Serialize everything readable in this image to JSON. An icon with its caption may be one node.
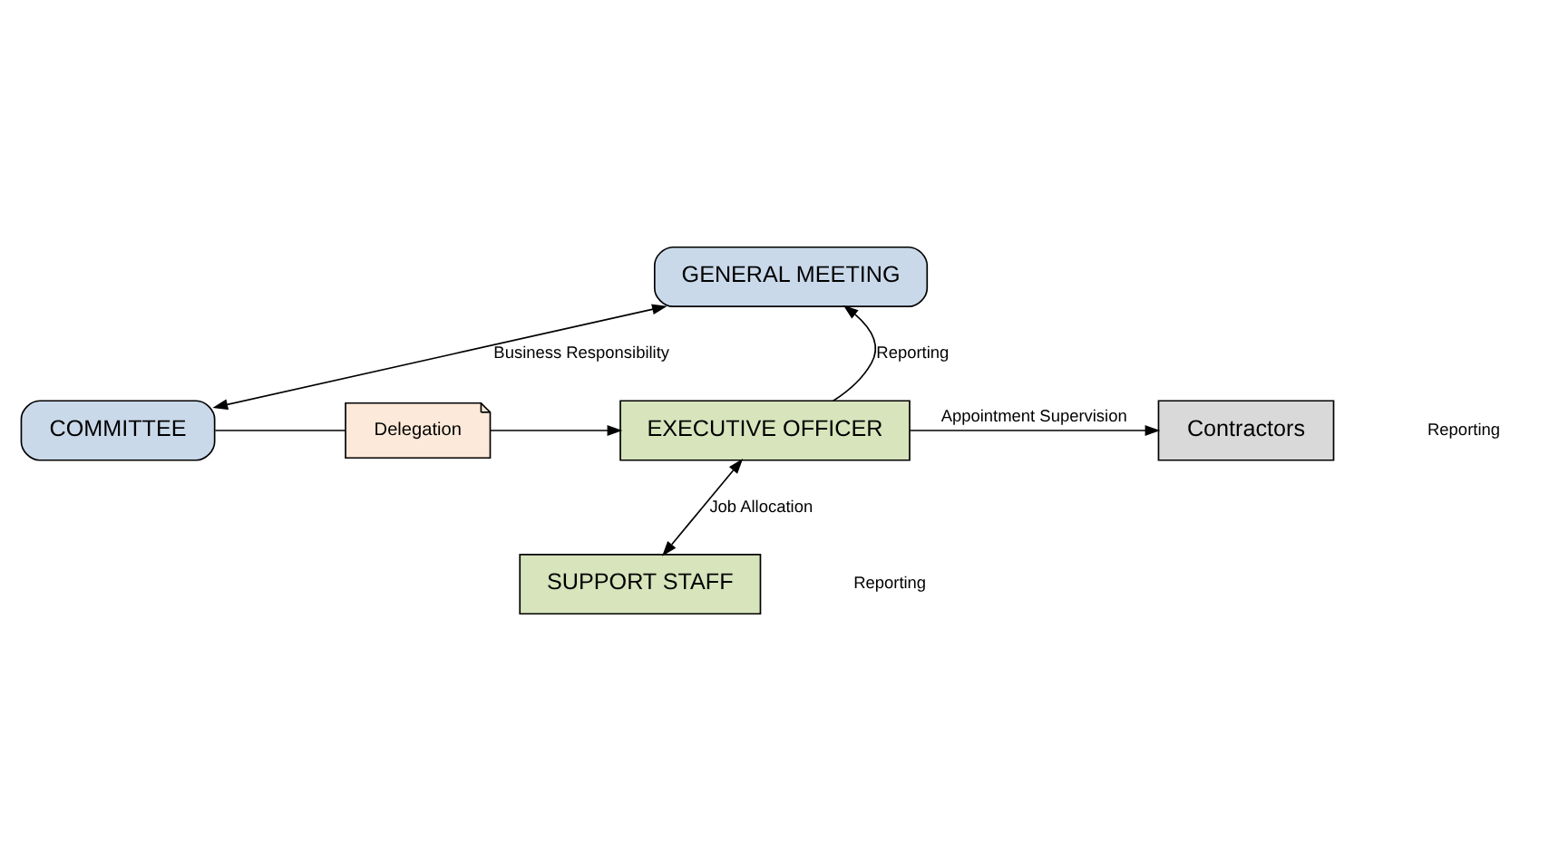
{
  "diagram": {
    "nodes": [
      {
        "text": [
          "GENERAL MEETING"
        ]
      },
      {
        "text": [
          "COMMITTEE"
        ]
      },
      {
        "text": [
          "Delegation"
        ]
      },
      {
        "text": [
          "EXECUTIVE OFFICER"
        ]
      },
      {
        "text": [
          "Contractors"
        ]
      },
      {
        "text": [
          "SUPPORT STAFF"
        ]
      }
    ],
    "edges": [
      {
        "from": 0,
        "to": 1,
        "arrow": "both",
        "label": "Business Responsibility"
      },
      {
        "from": 3,
        "to": 0,
        "arrow": "to",
        "label": "Reporting"
      },
      {
        "from": 1,
        "to": 2,
        "arrow": "none"
      },
      {
        "from": 2,
        "to": 3,
        "arrow": "to"
      },
      {
        "from": 3,
        "to": 4,
        "arrow": "to",
        "label": "Appointment Supervision"
      },
      {
        "from": 3,
        "to": 5,
        "arrow": "both",
        "label": "Job Allocation"
      }
    ],
    "labels": [
      "Reporting",
      "Reporting"
    ]
  }
}
